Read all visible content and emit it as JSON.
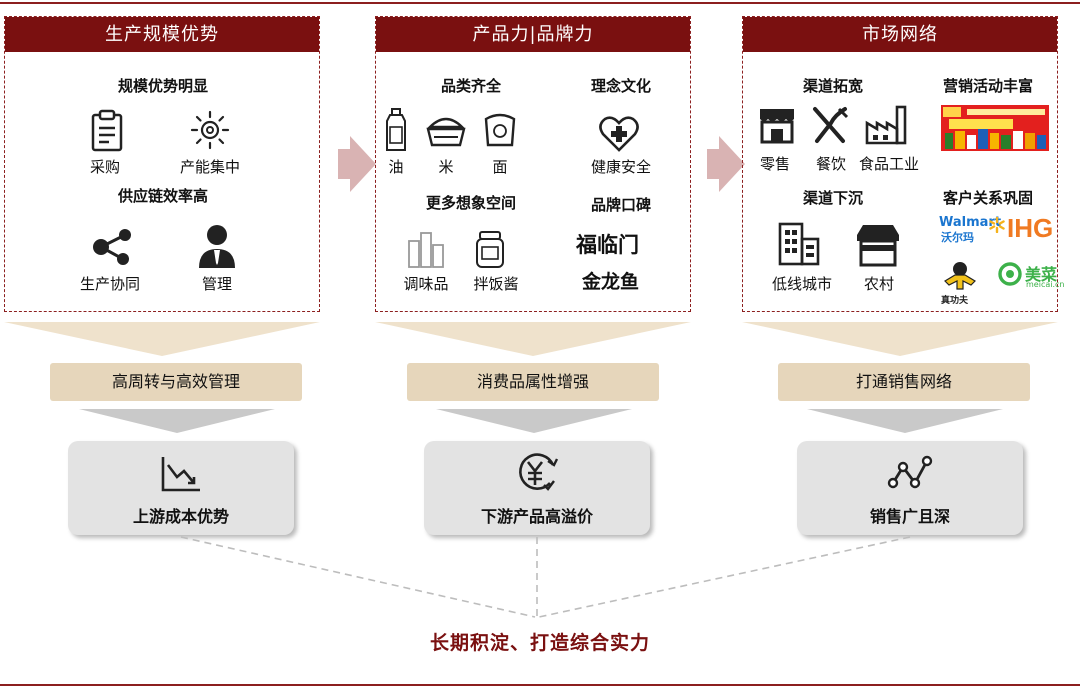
{
  "colors": {
    "brand": "#7a1010",
    "beige": "#e6d6bb",
    "grey": "#e3e3e3"
  },
  "panels": [
    {
      "title": "生产规模优势",
      "sections": [
        "规模优势明显",
        "供应链效率高"
      ],
      "items": [
        "采购",
        "产能集中",
        "生产协同",
        "管理"
      ]
    },
    {
      "title": "产品力|品牌力",
      "sections": [
        "品类齐全",
        "理念文化",
        "更多想象空间",
        "品牌口碑"
      ],
      "items": [
        "油",
        "米",
        "面",
        "健康安全",
        "调味品",
        "拌饭酱"
      ],
      "brand_logos": [
        "福临门",
        "金龙鱼"
      ]
    },
    {
      "title": "市场网络",
      "sections": [
        "渠道拓宽",
        "营销活动丰富",
        "渠道下沉",
        "客户关系巩固"
      ],
      "items": [
        "零售",
        "餐饮",
        "食品工业",
        "低线城市",
        "农村"
      ],
      "client_logos": [
        "Walmart",
        "沃尔玛",
        "IHG",
        "真功夫",
        "美菜",
        "meicai.cn"
      ]
    }
  ],
  "middle": [
    "高周转与高效管理",
    "消费品属性增强",
    "打通销售网络"
  ],
  "results": [
    "上游成本优势",
    "下游产品高溢价",
    "销售广且深"
  ],
  "conclusion": "长期积淀、打造综合实力"
}
